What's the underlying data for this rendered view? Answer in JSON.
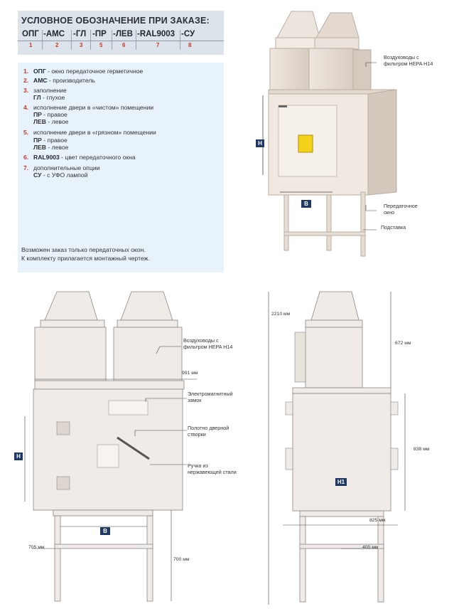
{
  "header": {
    "title": "УСЛОВНОЕ ОБОЗНАЧЕНИЕ ПРИ ЗАКАЗЕ:",
    "codes": [
      "ОПГ",
      "-АМС",
      "-ГЛ",
      "-ПР",
      "-ЛЕВ",
      "-RAL9003",
      "-СУ"
    ],
    "numbers": [
      "1",
      "2",
      "3",
      "5",
      "6",
      "7",
      "8"
    ]
  },
  "legend": {
    "items": [
      {
        "num": "1.",
        "code": "ОПГ",
        "text": " - окно передаточное герметичное"
      },
      {
        "num": "2.",
        "code": "АМС",
        "text": " - производитель"
      },
      {
        "num": "3.",
        "text": "заполнение",
        "sub": [
          {
            "code": "ГЛ",
            "text": " - глухое"
          }
        ]
      },
      {
        "num": "4.",
        "text": "исполнение двери в «чистом» помещении",
        "sub": [
          {
            "code": "ПР",
            "text": " - правое"
          },
          {
            "code": "ЛЕВ",
            "text": " - левое"
          }
        ]
      },
      {
        "num": "5.",
        "text": "исполнение двери в «грязном» помещении",
        "sub": [
          {
            "code": "ПР",
            "text": " - правое"
          },
          {
            "code": "ЛЕВ",
            "text": " - левое"
          }
        ]
      },
      {
        "num": "6.",
        "code": "RAL9003",
        "text": " - цвет передаточного окна"
      },
      {
        "num": "7.",
        "text": "дополнительные опции",
        "sub": [
          {
            "code": "СУ",
            "text": " - с УФО лампой"
          }
        ]
      }
    ],
    "note_1": "Возможен заказ только передаточных окон.",
    "note_2": "К комплекту прилагается монтажный чертеж."
  },
  "photo": {
    "label_ducts": "Воздуховоды с фильтром HEPA H14",
    "label_window": "Передаточное окно",
    "label_stand": "Подставка",
    "badge_h": "H",
    "badge_b": "B"
  },
  "front_view": {
    "label_ducts": "Воздуховоды с фильтром HEPA H14",
    "label_lock": "Электромагнитный замок",
    "label_door": "Полотно дверной створки",
    "label_handle": "Ручка из нержавеющей стали",
    "dim_991": "991 мм",
    "dim_705": "705 мм",
    "dim_700": "700 мм",
    "badge_h": "H",
    "badge_b": "B"
  },
  "side_view": {
    "dim_2210": "2210 мм",
    "dim_672": "672 мм",
    "dim_838": "838 мм",
    "dim_825": "825 мм",
    "dim_400": "400 мм",
    "badge_h1": "H1"
  },
  "colors": {
    "panel_header": "#dde3ea",
    "panel_legend": "#e8f2fb",
    "accent_red": "#c33b2b",
    "badge_navy": "#1e3a62",
    "cabinet_fill": "#f0ebe6"
  }
}
